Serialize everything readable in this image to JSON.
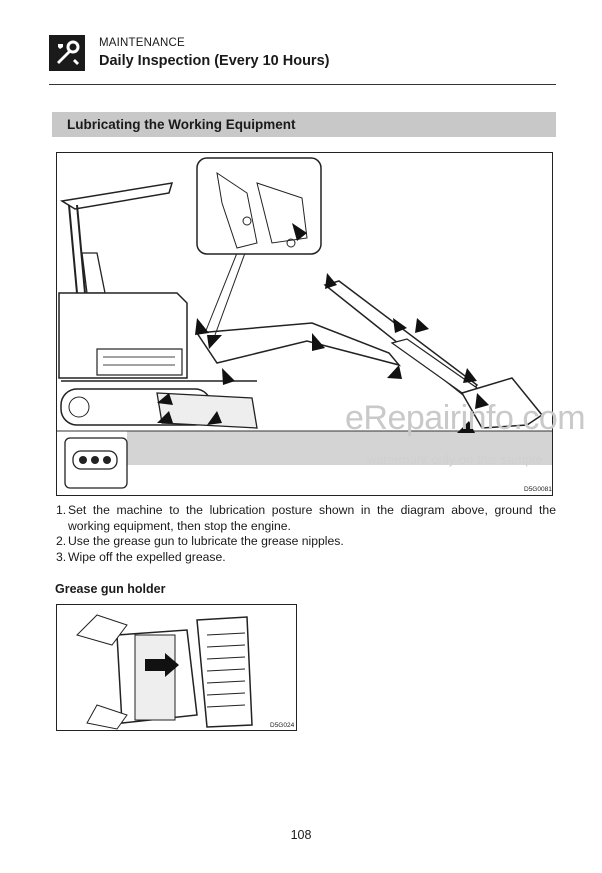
{
  "header": {
    "section": "MAINTENANCE",
    "title": "Daily Inspection (Every 10 Hours)",
    "icon": "maintenance-tools-icon"
  },
  "band": {
    "title": "Lubricating the Working Equipment"
  },
  "figure1": {
    "code": "D5G0081"
  },
  "instructions": [
    {
      "num": "1.",
      "text": "Set the machine to the lubrication posture shown in the diagram above, ground the working equipment, then stop the engine."
    },
    {
      "num": "2.",
      "text": "Use the grease gun to lubricate the grease nipples."
    },
    {
      "num": "3.",
      "text": "Wipe off the expelled grease."
    }
  ],
  "grease_holder": {
    "heading": "Grease gun holder",
    "code": "D5G024"
  },
  "watermark": {
    "main": "eRepairinfo.com",
    "sub": "watermark only on this sample"
  },
  "page_number": "108"
}
